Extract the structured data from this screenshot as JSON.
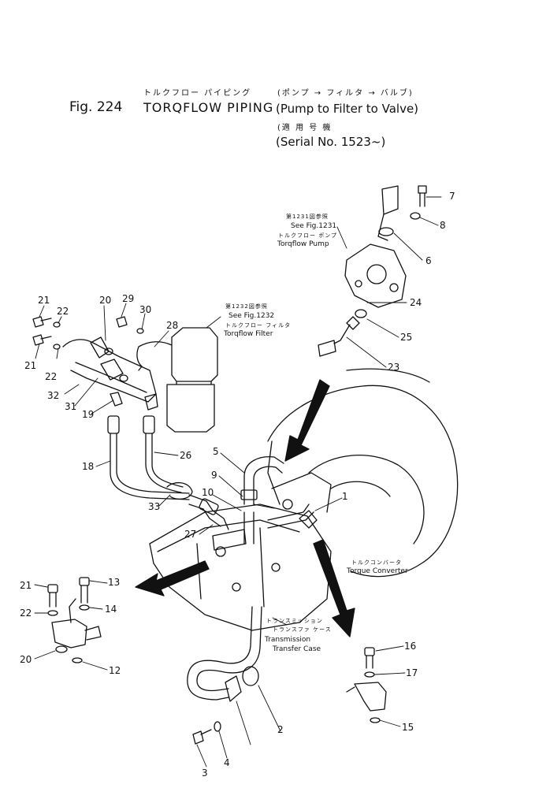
{
  "header": {
    "fig_label": "Fig. 224",
    "title_jp": "トルクフロー パイピング",
    "title_en": "TORQFLOW PIPING",
    "subtitle_jp": "(ポンプ → フィルタ → バルブ)",
    "subtitle_en": "(Pump to Filter to Valve)",
    "serial_jp": "(適 用 号 機",
    "serial_en": "(Serial No. 1523~)"
  },
  "labels": {
    "pump_ref_jp": "第1231図参照",
    "pump_ref_en": "See Fig.1231",
    "pump_name_jp": "トルクフロー ポンプ",
    "pump_name_en": "Torqflow Pump",
    "filter_ref_jp": "第1232図参照",
    "filter_ref_en": "See Fig.1232",
    "filter_name_jp": "トルクフロー フィルタ",
    "filter_name_en": "Torqflow Filter",
    "converter_jp": "トルクコンバータ",
    "converter_en": "Torque Converter",
    "transmission_jp": "トランスミッション",
    "transfer_jp": "トランスファ ケース",
    "transmission_en": "Transmission",
    "transfer_en": "Transfer Case"
  },
  "part_numbers": [
    "7",
    "8",
    "6",
    "24",
    "25",
    "23",
    "21",
    "22",
    "20",
    "29",
    "30",
    "28",
    "21",
    "22",
    "32",
    "31",
    "19",
    "18",
    "26",
    "5",
    "9",
    "10",
    "33",
    "27",
    "1",
    "21",
    "13",
    "22",
    "14",
    "20",
    "12",
    "16",
    "17",
    "15",
    "2",
    "3",
    "4"
  ]
}
